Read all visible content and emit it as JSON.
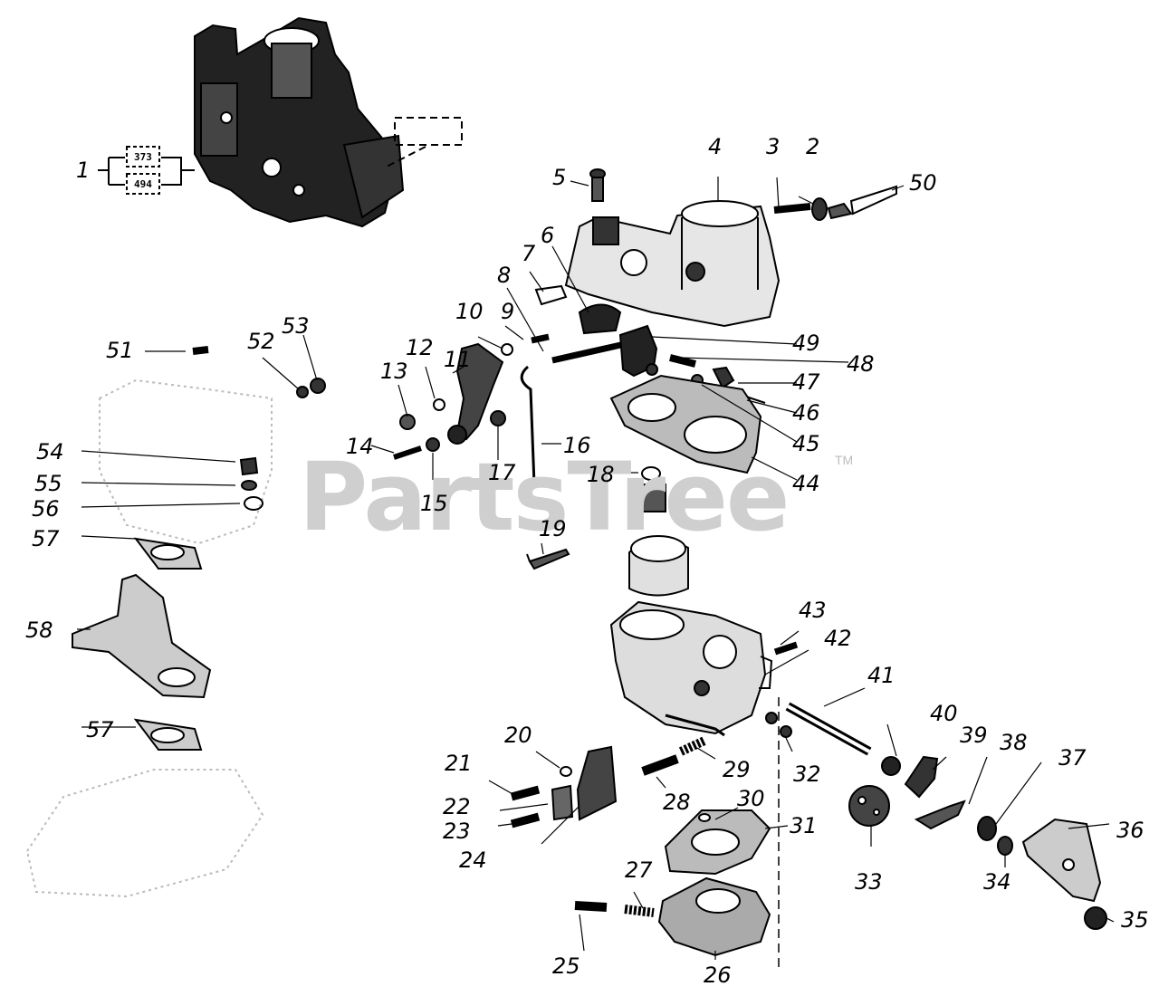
{
  "watermark": {
    "text": "PartsTree",
    "trademark": "TM"
  },
  "kit_boxes": [
    "373",
    "494"
  ],
  "callouts": [
    {
      "id": "1",
      "label": "1"
    },
    {
      "id": "2",
      "label": "2"
    },
    {
      "id": "3",
      "label": "3"
    },
    {
      "id": "4",
      "label": "4"
    },
    {
      "id": "5",
      "label": "5"
    },
    {
      "id": "6",
      "label": "6"
    },
    {
      "id": "7",
      "label": "7"
    },
    {
      "id": "8",
      "label": "8"
    },
    {
      "id": "9",
      "label": "9"
    },
    {
      "id": "10",
      "label": "10"
    },
    {
      "id": "11",
      "label": "11"
    },
    {
      "id": "12",
      "label": "12"
    },
    {
      "id": "13",
      "label": "13"
    },
    {
      "id": "14",
      "label": "14"
    },
    {
      "id": "15",
      "label": "15"
    },
    {
      "id": "16",
      "label": "16"
    },
    {
      "id": "17",
      "label": "17"
    },
    {
      "id": "18",
      "label": "18"
    },
    {
      "id": "19",
      "label": "19"
    },
    {
      "id": "20",
      "label": "20"
    },
    {
      "id": "21",
      "label": "21"
    },
    {
      "id": "22",
      "label": "22"
    },
    {
      "id": "23",
      "label": "23"
    },
    {
      "id": "24",
      "label": "24"
    },
    {
      "id": "25",
      "label": "25"
    },
    {
      "id": "26",
      "label": "26"
    },
    {
      "id": "27",
      "label": "27"
    },
    {
      "id": "28",
      "label": "28"
    },
    {
      "id": "29",
      "label": "29"
    },
    {
      "id": "30",
      "label": "30"
    },
    {
      "id": "31",
      "label": "31"
    },
    {
      "id": "32",
      "label": "32"
    },
    {
      "id": "33",
      "label": "33"
    },
    {
      "id": "34",
      "label": "34"
    },
    {
      "id": "35",
      "label": "35"
    },
    {
      "id": "36",
      "label": "36"
    },
    {
      "id": "37",
      "label": "37"
    },
    {
      "id": "38",
      "label": "38"
    },
    {
      "id": "39",
      "label": "39"
    },
    {
      "id": "40",
      "label": "40"
    },
    {
      "id": "41",
      "label": "41"
    },
    {
      "id": "42",
      "label": "42"
    },
    {
      "id": "43",
      "label": "43"
    },
    {
      "id": "44",
      "label": "44"
    },
    {
      "id": "45",
      "label": "45"
    },
    {
      "id": "46",
      "label": "46"
    },
    {
      "id": "47",
      "label": "47"
    },
    {
      "id": "48",
      "label": "48"
    },
    {
      "id": "49",
      "label": "49"
    },
    {
      "id": "50",
      "label": "50"
    },
    {
      "id": "51",
      "label": "51"
    },
    {
      "id": "52",
      "label": "52"
    },
    {
      "id": "53",
      "label": "53"
    },
    {
      "id": "54",
      "label": "54"
    },
    {
      "id": "55",
      "label": "55"
    },
    {
      "id": "56",
      "label": "56"
    },
    {
      "id": "57a",
      "label": "57"
    },
    {
      "id": "57b",
      "label": "57"
    },
    {
      "id": "58",
      "label": "58"
    }
  ]
}
